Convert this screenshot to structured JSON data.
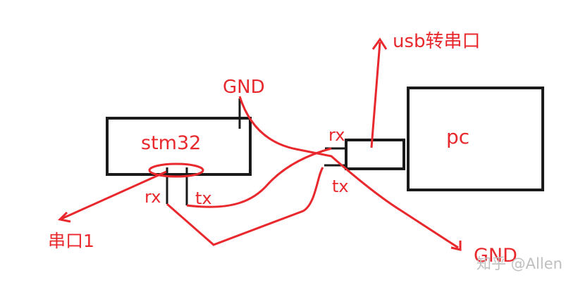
{
  "labels": {
    "gnd_top": "GND",
    "usb_serial": "usb转串口",
    "stm32": "stm32",
    "pc": "pc",
    "rx_left": "rx",
    "tx_left": "tx",
    "rx_right": "rx",
    "tx_right": "tx",
    "serial1": "串口1",
    "gnd_bottom": "GND"
  },
  "watermark": "知乎 @Allen",
  "colors": {
    "ink": "#1a1a1a",
    "red": "#e8282c",
    "background": "#ffffff",
    "watermark": "#bfbfbf"
  }
}
